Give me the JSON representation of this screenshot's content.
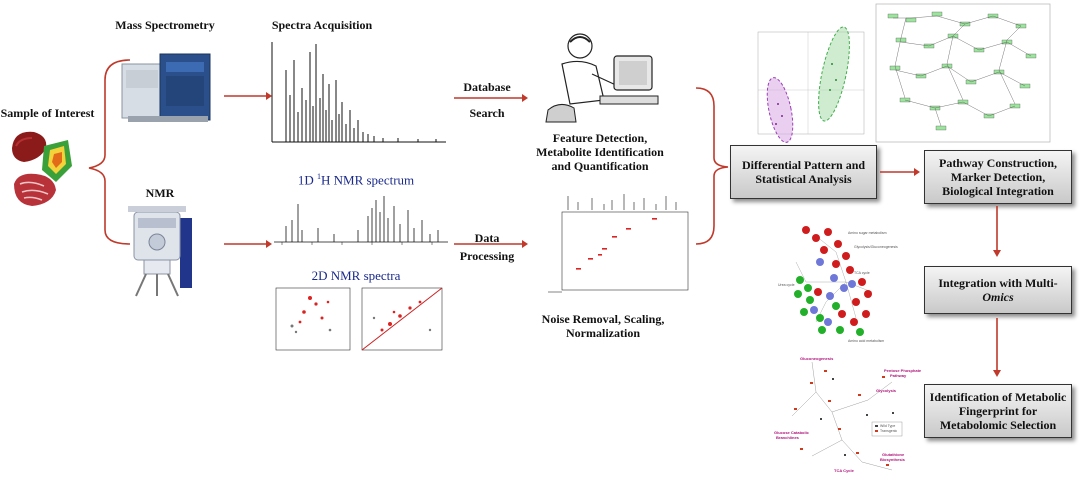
{
  "nodes": {
    "sample": "Sample of Interest",
    "mass_spec": "Mass Spectrometry",
    "nmr": "NMR",
    "spectra_acq": "Spectra Acquisition",
    "nmr_1d_prefix": "1D ",
    "nmr_1d_sup": "1",
    "nmr_1d_suffix": "H NMR spectrum",
    "nmr_2d": "2D NMR spectra",
    "db_search_1": "Database",
    "db_search_2": "Search",
    "data_proc_1": "Data",
    "data_proc_2": "Processing",
    "feature_1": "Feature Detection,",
    "feature_2": "Metabolite Identification",
    "feature_3": "and Quantification",
    "noise_1": "Noise Removal, Scaling,",
    "noise_2": "Normalization"
  },
  "boxes": {
    "differential_1": "Differential Pattern and",
    "differential_2": "Statistical Analysis",
    "pathway_1": "Pathway Construction,",
    "pathway_2": "Marker Detection,",
    "pathway_3": "Biological Integration",
    "integration_1": "Integration with Multi-",
    "integration_2": "Omics",
    "fingerprint_1": "Identification of Metabolic",
    "fingerprint_2": "Fingerprint for",
    "fingerprint_3": "Metabolomic Selection"
  },
  "network_labels": {
    "amino_sugar": "Amino sugar metabolism",
    "glycolysis": "Glycolysis/Gluconeogenesis",
    "tca": "TCA cycle",
    "urea": "Urea cycle",
    "amino_acid": "Amino acid metabolism"
  },
  "pathway_labels": {
    "gluconeogenesis": "Gluconeogenesis",
    "pentose": "Pentose Phosphate",
    "pentose2": "Pathway",
    "glycolysis": "Glycolysis",
    "branched": "Glucose Catabolic",
    "branched2": "Branchlines",
    "tca": "TCA Cycle",
    "glutathione": "Glutathione",
    "glutathione2": "Biosynthesis",
    "legend1": "Wild Type",
    "legend2": "Transgenic"
  },
  "colors": {
    "arrow": "#c0392b",
    "nmr_title": "#1a2a8c",
    "pca_group1": "#9b3fb5",
    "pca_group2": "#3fae4a",
    "network_red": "#d01c1c",
    "network_green": "#22b02b",
    "network_blue": "#6f78d8",
    "pathway_label": "#b0127a"
  },
  "icons": {
    "sample": "liver-heart-meat-icon",
    "mass_spec": "mass-spectrometer-icon",
    "nmr": "nmr-magnet-icon",
    "analyst": "person-at-computer-icon"
  }
}
